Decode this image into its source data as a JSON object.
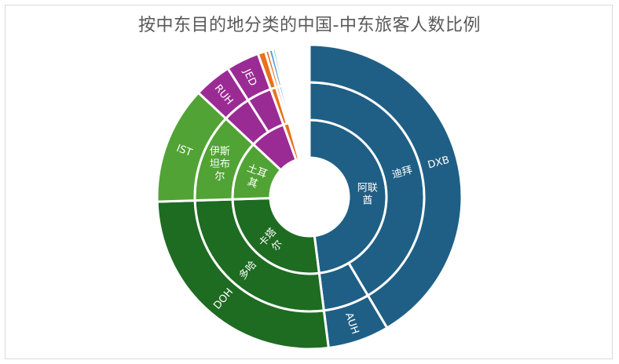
{
  "chart_data": {
    "type": "sunburst",
    "title": "按中东目的地分类的中国-中东旅客人数比例",
    "total": 100,
    "rings": [
      "country",
      "city",
      "airport"
    ],
    "data": [
      {
        "country": "阿联酋",
        "color": "#1f5f85",
        "children": [
          {
            "city": "迪拜",
            "value": 41.5,
            "children": [
              {
                "airport": "DXB",
                "value": 41.5
              }
            ]
          },
          {
            "city": "",
            "value": 6.5,
            "children": [
              {
                "airport": "AUH",
                "value": 6.5
              }
            ]
          }
        ]
      },
      {
        "country": "卡塔尔",
        "color": "#1e6b22",
        "children": [
          {
            "city": "多哈",
            "value": 26.5,
            "children": [
              {
                "airport": "DOH",
                "value": 26.5
              }
            ]
          }
        ]
      },
      {
        "country": "土耳其",
        "color": "#52a335",
        "children": [
          {
            "city": "伊斯坦布尔",
            "value": 12.5,
            "children": [
              {
                "airport": "IST",
                "value": 12.5
              }
            ]
          }
        ]
      },
      {
        "country": "",
        "color": "#9b2b94",
        "children": [
          {
            "city": "",
            "value": 4.0,
            "children": [
              {
                "airport": "RUH",
                "value": 4.0
              }
            ]
          },
          {
            "city": "",
            "value": 3.5,
            "children": [
              {
                "airport": "JED",
                "value": 3.5
              }
            ]
          }
        ]
      },
      {
        "country": "",
        "color": "#e8721c",
        "children": [
          {
            "city": "",
            "value": 0.8,
            "children": [
              {
                "airport": "",
                "value": 0.8
              }
            ]
          },
          {
            "city": "",
            "value": 0.4,
            "children": [
              {
                "airport": "",
                "value": 0.4
              }
            ]
          }
        ]
      },
      {
        "country": "",
        "color": "#4a8fd0",
        "children": [
          {
            "city": "",
            "value": 0.4,
            "children": [
              {
                "airport": "",
                "value": 0.4
              }
            ]
          }
        ]
      },
      {
        "country": "",
        "color": "#37b3c9",
        "children": [
          {
            "city": "",
            "value": 0.3,
            "children": [
              {
                "airport": "",
                "value": 0.3
              }
            ]
          }
        ]
      }
    ]
  }
}
